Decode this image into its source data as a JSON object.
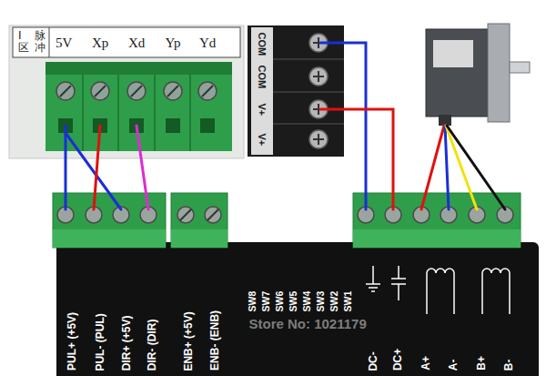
{
  "diagram": {
    "labels": [
      "I区",
      "脉冲",
      "5V",
      "Xp",
      "Xd",
      "Yp",
      "Yd",
      "COM",
      "COM",
      "V+",
      "V+",
      "PUL+ (+5V)",
      "PUL- (PUL)",
      "DIR+ (+5V)",
      "DIR- (DIR)",
      "ENB+ (+5V)",
      "ENB- (ENB)",
      "SW8",
      "SW7",
      "SW6",
      "SW5",
      "SW4",
      "SW3",
      "SW2",
      "SW1",
      "DC-",
      "DC+",
      "A+",
      "A-",
      "B+",
      "B-",
      "Store No: 1021179"
    ]
  }
}
